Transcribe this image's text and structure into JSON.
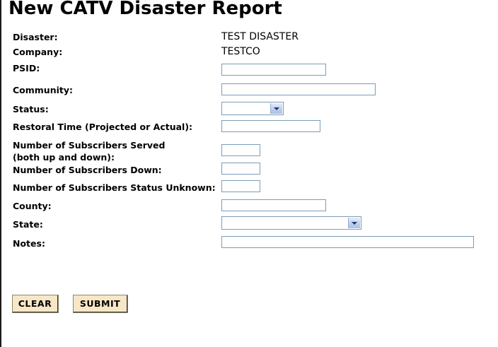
{
  "page": {
    "title": "New CATV Disaster Report"
  },
  "form": {
    "rows": [
      {
        "label": "Disaster:",
        "type": "static",
        "value": "TEST DISASTER"
      },
      {
        "label": "Company:",
        "type": "static",
        "value": "TESTCO"
      },
      {
        "label": "PSID:",
        "type": "text",
        "value": "",
        "placeholder": ""
      },
      {
        "label": "Community:",
        "type": "text",
        "value": "",
        "placeholder": ""
      },
      {
        "label": "Status:",
        "type": "select",
        "value": "",
        "options": []
      },
      {
        "label": "Restoral Time (Projected or Actual):",
        "type": "text",
        "value": "",
        "placeholder": ""
      },
      {
        "label": "Number of Subscribers Served\n(both up and down):",
        "type": "text",
        "value": "",
        "placeholder": ""
      },
      {
        "label": "Number of Subscribers Down:",
        "type": "text",
        "value": "",
        "placeholder": ""
      },
      {
        "label": "Number of Subscribers Status Unknown:",
        "type": "text",
        "value": "",
        "placeholder": ""
      },
      {
        "label": "County:",
        "type": "text",
        "value": "",
        "placeholder": ""
      },
      {
        "label": "State:",
        "type": "select",
        "value": "",
        "options": []
      },
      {
        "label": "Notes:",
        "type": "text",
        "value": "",
        "placeholder": ""
      }
    ]
  },
  "buttons": {
    "clear_label": "CLEAR",
    "submit_label": "SUBMIT"
  },
  "colors": {
    "input_border": "#7d9cb6",
    "button_face": "#f7e7c6",
    "page_rule": "#1a1a1a",
    "select_arrow": "#1f3864"
  }
}
